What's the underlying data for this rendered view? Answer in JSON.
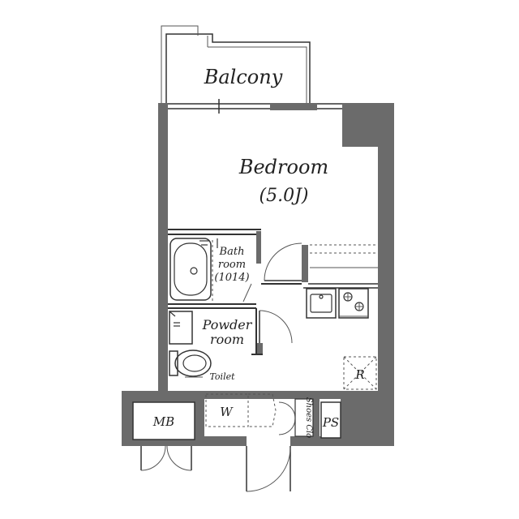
{
  "rooms": {
    "balcony": "Balcony",
    "bedroom": "Bedroom",
    "bedroom_size": "(5.0J)",
    "bath_line1": "Bath",
    "bath_line2": "room",
    "bath_line3": "(1014)",
    "powder_line1": "Powder",
    "powder_line2": "room",
    "toilet": "Toilet",
    "mb": "MB",
    "w": "W",
    "shoes": "Shoes Clo",
    "ps": "PS",
    "r": "R"
  },
  "colors": {
    "wall": "#6b6b6b",
    "line": "#333333",
    "background": "#ffffff"
  }
}
